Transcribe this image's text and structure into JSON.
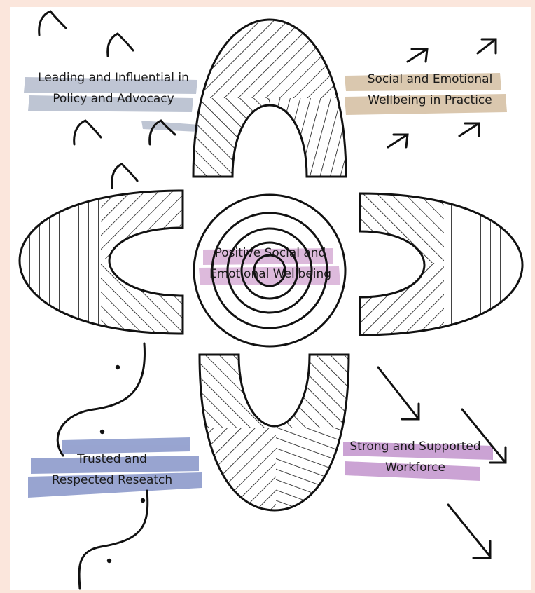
{
  "center": {
    "line1": "Positive Social and",
    "line2": "Emotional Wellbeing",
    "highlight": "#d9b2d8"
  },
  "top_left": {
    "line1": "Leading and Influential in",
    "line2": "Policy and Advocacy",
    "highlight": "#b8bfcf"
  },
  "top_right": {
    "line1": "Social and Emotional",
    "line2": "Wellbeing in Practice",
    "highlight": "#d6c2a6"
  },
  "bottom_left": {
    "line1": "Trusted and",
    "line2": "Respected Reseatch",
    "highlight": "#8d9bcc"
  },
  "bottom_right": {
    "line1": "Strong and Supported",
    "line2": "Workforce",
    "highlight": "#c69ad0"
  },
  "colors": {
    "frame": "#fbe6dc",
    "ink": "#111111",
    "page": "#ffffff"
  }
}
